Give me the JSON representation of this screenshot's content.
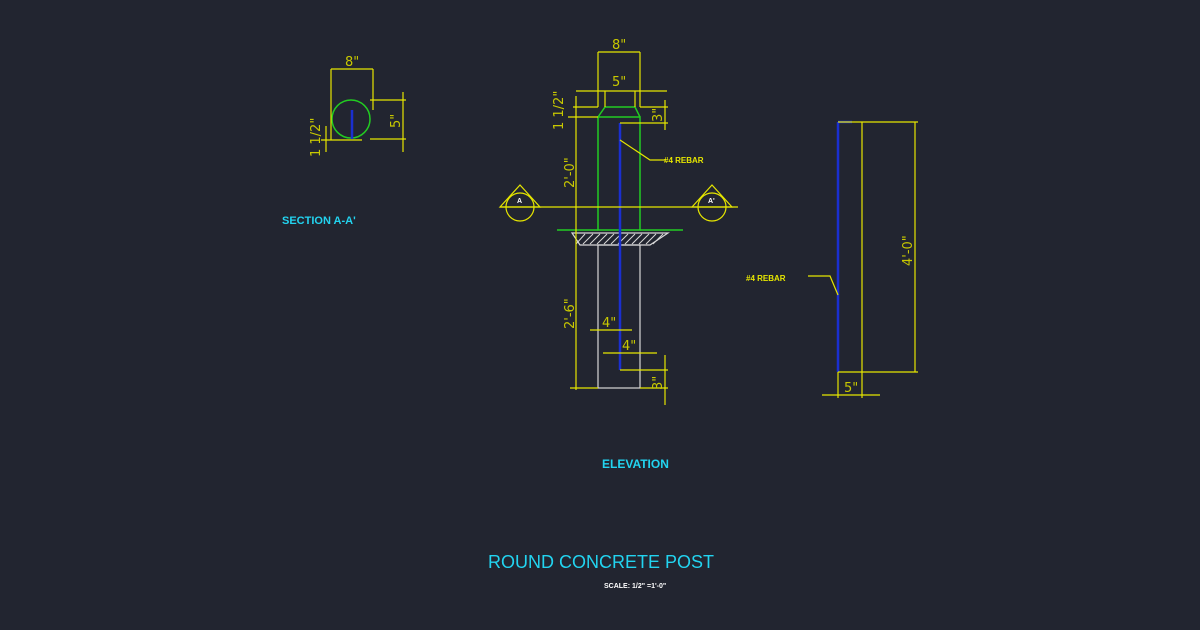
{
  "drawing": {
    "title": "ROUND CONCRETE POST",
    "scale": "SCALE: 1/2\" =1'-0\"",
    "colors": {
      "background": "#222530",
      "dimension": "#e6e600",
      "concrete": "#22cc22",
      "rebar": "#1a2fd0",
      "label": "#22d4f0"
    }
  },
  "section": {
    "label": "SECTION A-A'",
    "dim_width": "8\"",
    "dim_height": "5\"",
    "dim_cover": "1 1/2\""
  },
  "elevation": {
    "label": "ELEVATION",
    "dim_top_width": "8\"",
    "dim_inner_width": "5\"",
    "dim_top_cover": "1 1/2\"",
    "dim_top_clear": "3\"",
    "dim_above_grade": "2'-0\"",
    "dim_below_grade": "2'-6\"",
    "dim_rebar_offset": "4\"",
    "dim_rebar_offset_2": "4\"",
    "dim_bottom_clear": "3\"",
    "rebar_note": "#4 REBAR",
    "section_mark_left": "A",
    "section_mark_right": "A'"
  },
  "rebar_detail": {
    "dim_length": "4'-0\"",
    "dim_width": "5\"",
    "rebar_note": "#4 REBAR"
  }
}
